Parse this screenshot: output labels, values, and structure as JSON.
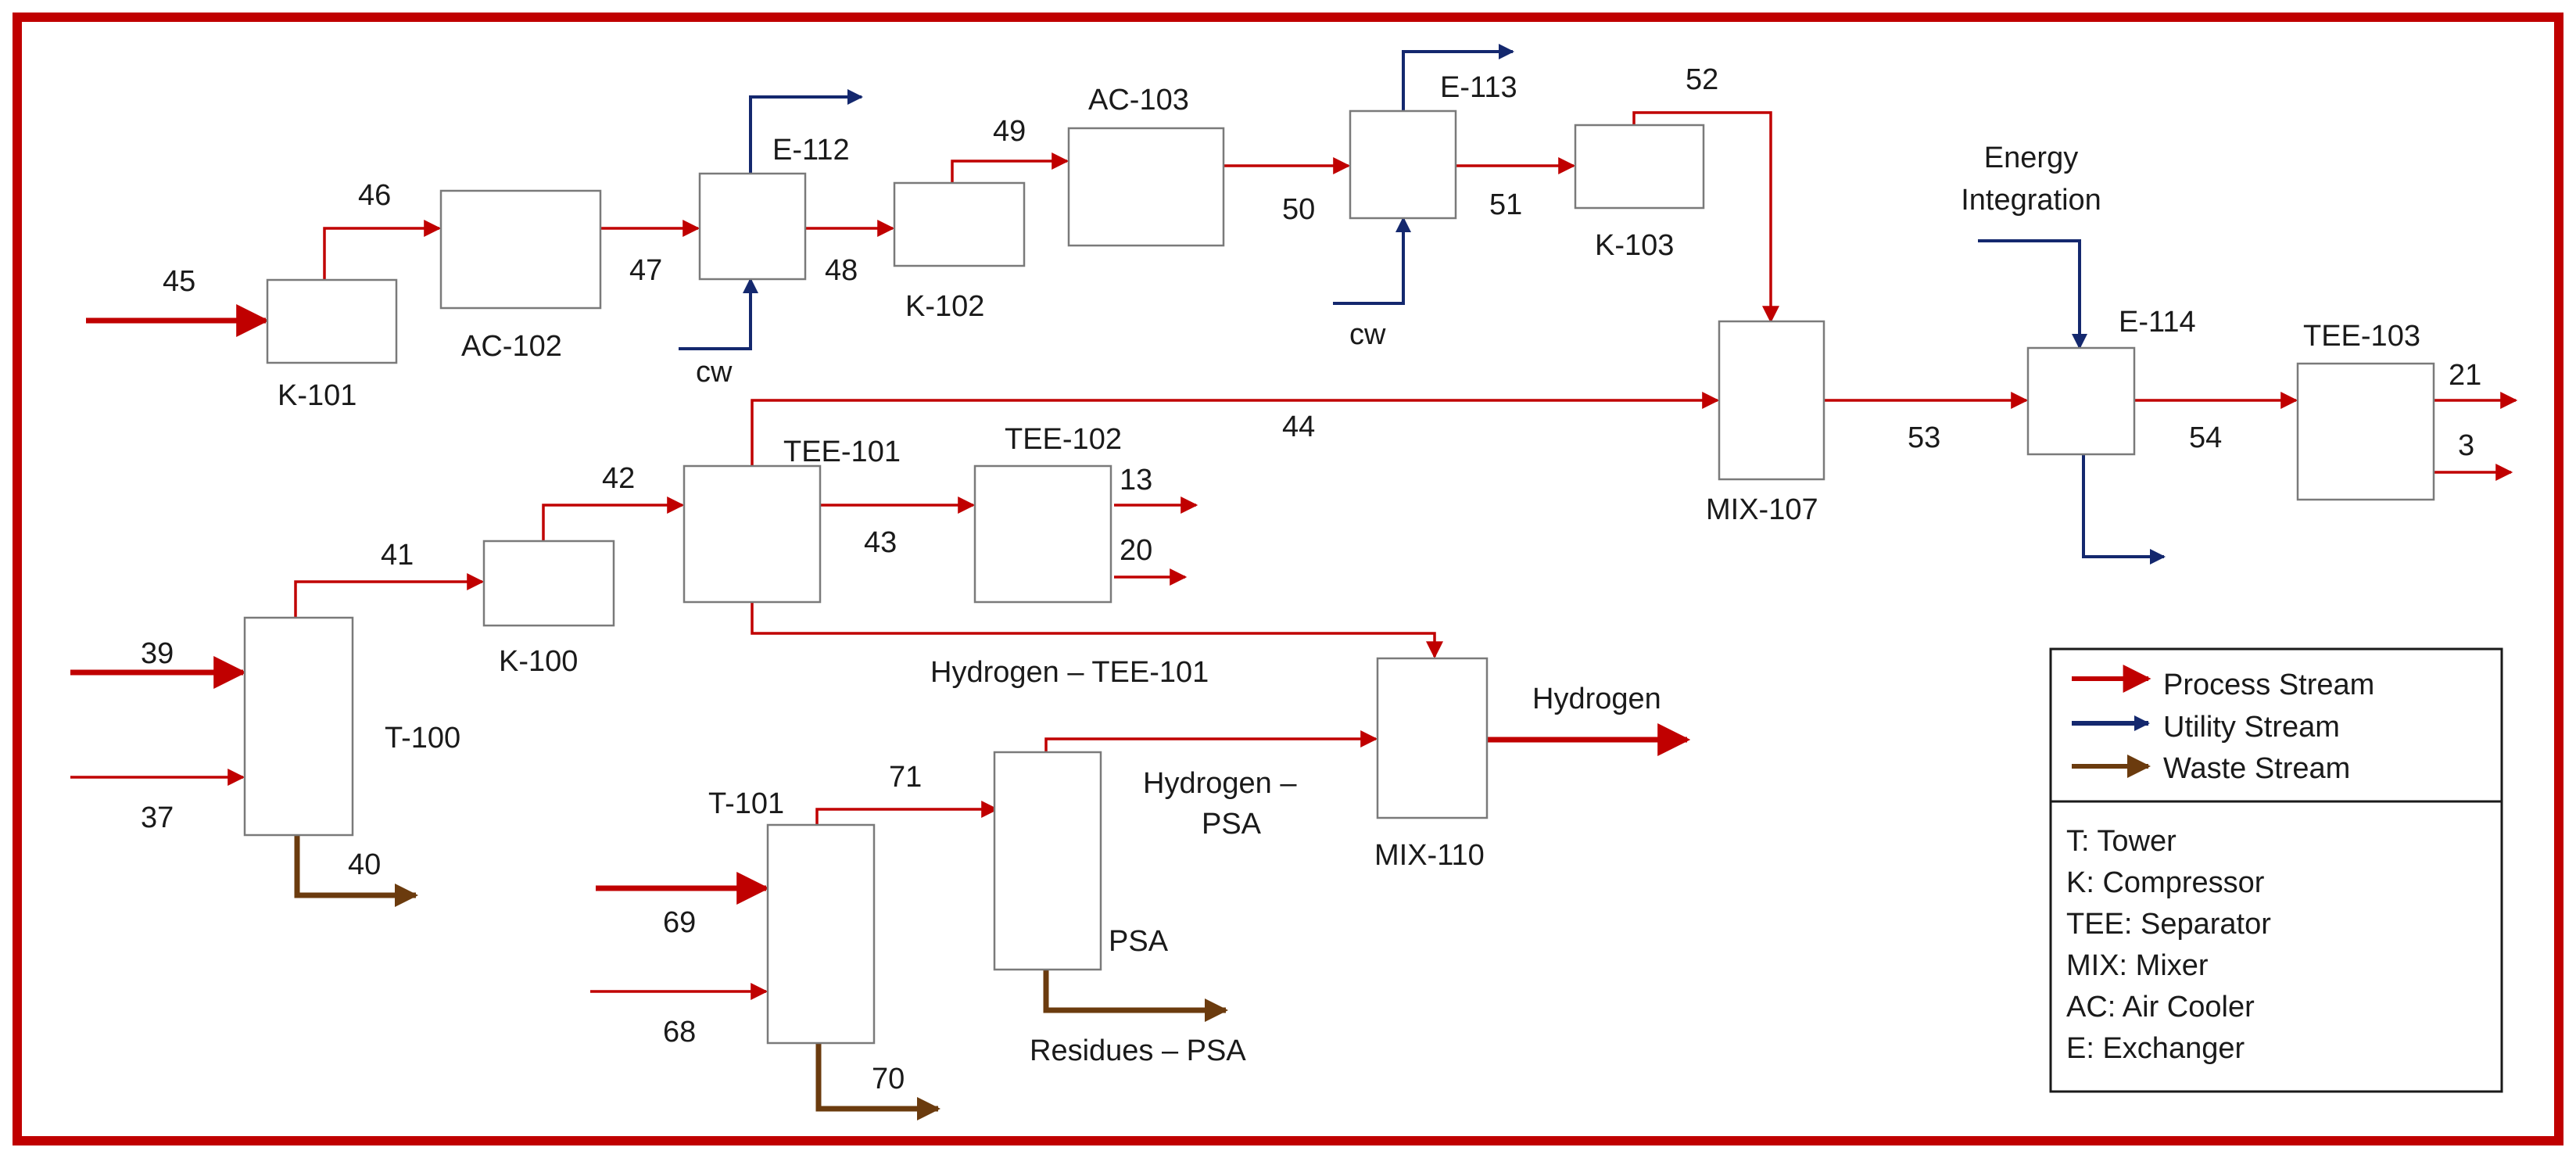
{
  "units": {
    "k101": "K-101",
    "ac102": "AC-102",
    "e112": "E-112",
    "k102": "K-102",
    "ac103": "AC-103",
    "e113": "E-113",
    "k103": "K-103",
    "mix107": "MIX-107",
    "e114": "E-114",
    "tee103": "TEE-103",
    "tee101": "TEE-101",
    "tee102": "TEE-102",
    "k100": "K-100",
    "t100": "T-100",
    "t101": "T-101",
    "psa": "PSA",
    "mix110": "MIX-110"
  },
  "streams": {
    "s45": "45",
    "s46": "46",
    "s47": "47",
    "s48": "48",
    "s49": "49",
    "s50": "50",
    "s51": "51",
    "s52": "52",
    "s53": "53",
    "s54": "54",
    "s21": "21",
    "s3": "3",
    "s44": "44",
    "s42": "42",
    "s43": "43",
    "s13": "13",
    "s20": "20",
    "s41": "41",
    "s39": "39",
    "s37": "37",
    "s40": "40",
    "s71": "71",
    "s69": "69",
    "s68": "68",
    "s70": "70",
    "cw1": "cw",
    "cw2": "cw",
    "energy_line1": "Energy",
    "energy_line2": "Integration",
    "hydrogen_tee101": "Hydrogen – TEE-101",
    "hydrogen_psa_line1": "Hydrogen –",
    "hydrogen_psa_line2": "PSA",
    "hydrogen_out": "Hydrogen",
    "residues_psa": "Residues – PSA"
  },
  "legend": {
    "process": "Process Stream",
    "utility": "Utility Stream",
    "waste": "Waste Stream",
    "abbreviations": [
      "T: Tower",
      "K: Compressor",
      "TEE: Separator",
      "MIX: Mixer",
      "AC: Air Cooler",
      "E: Exchanger"
    ]
  },
  "colors": {
    "process": "#c00000",
    "utility": "#14286e",
    "waste": "#6b3b0e",
    "frame": "#c00000"
  }
}
